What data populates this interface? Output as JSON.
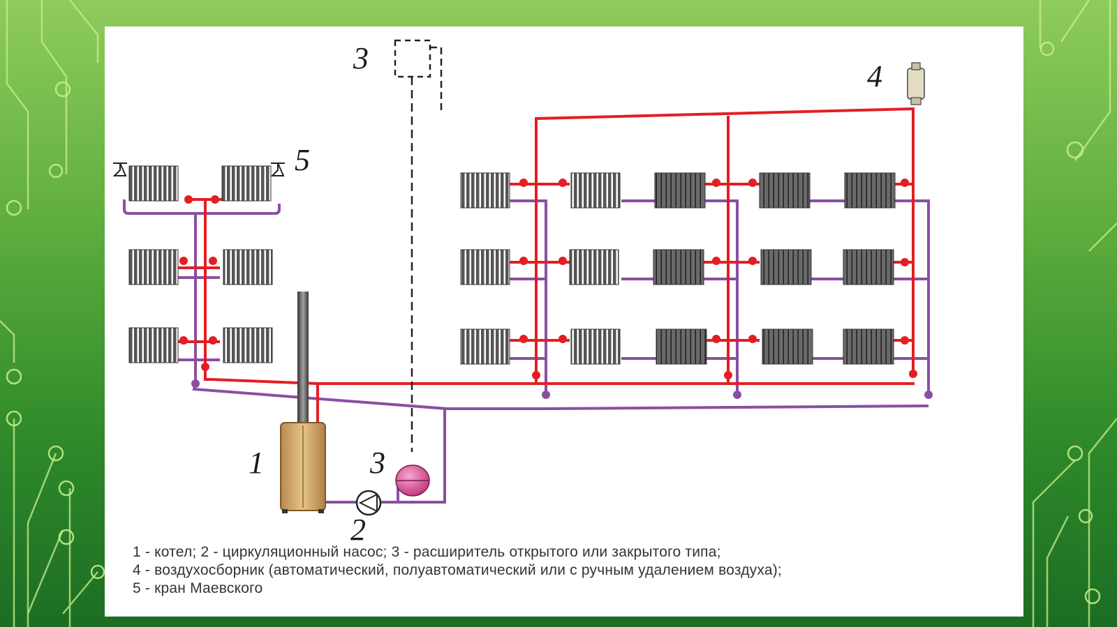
{
  "colors": {
    "supply": "#e31e24",
    "return": "#8b4fa0",
    "radiator": "#555555",
    "radiator_dark": "#3a3a3a",
    "boiler": "#c9a065",
    "tank": "#d6559a"
  },
  "labels": {
    "boiler": "1",
    "pump": "2",
    "tank_open": "3",
    "tank_closed": "3",
    "air_vent": "4",
    "mayevsky_valve": "5"
  },
  "legend": {
    "line1": "1 - котел; 2 - циркуляционный насос; 3 - расширитель открытого или закрытого типа;",
    "line2": "4 - воздухосборник (автоматический, полуавтоматический или с ручным удалением воздуха);",
    "line3": "5 - кран Маевского"
  }
}
